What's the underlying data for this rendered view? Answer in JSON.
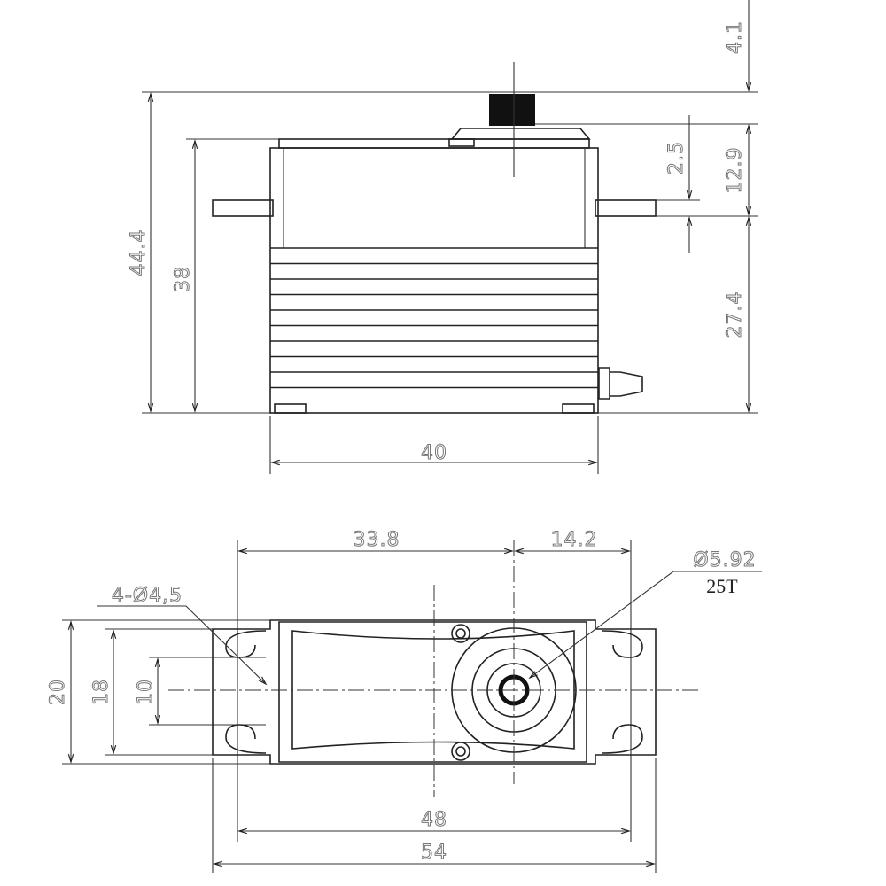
{
  "side_view": {
    "dims": {
      "overall_height": "44.4",
      "case_height": "38",
      "width": "40",
      "spline_height": "4.1",
      "tab_thickness": "2.5",
      "top_to_tab": "12.9",
      "tab_to_bottom": "27.4"
    }
  },
  "top_view": {
    "dims": {
      "hole_to_output": "33.8",
      "output_to_hole": "14.2",
      "spline_diameter": "Ø5.92",
      "spline_teeth": "25T",
      "mount_holes": "4-Ø4,5",
      "flange_width": "20",
      "case_width": "18",
      "slot_spacing": "10",
      "hole_spacing": "48",
      "overall_length": "54"
    }
  },
  "colors": {
    "line": "#222222",
    "dimension_text": "#777777"
  }
}
